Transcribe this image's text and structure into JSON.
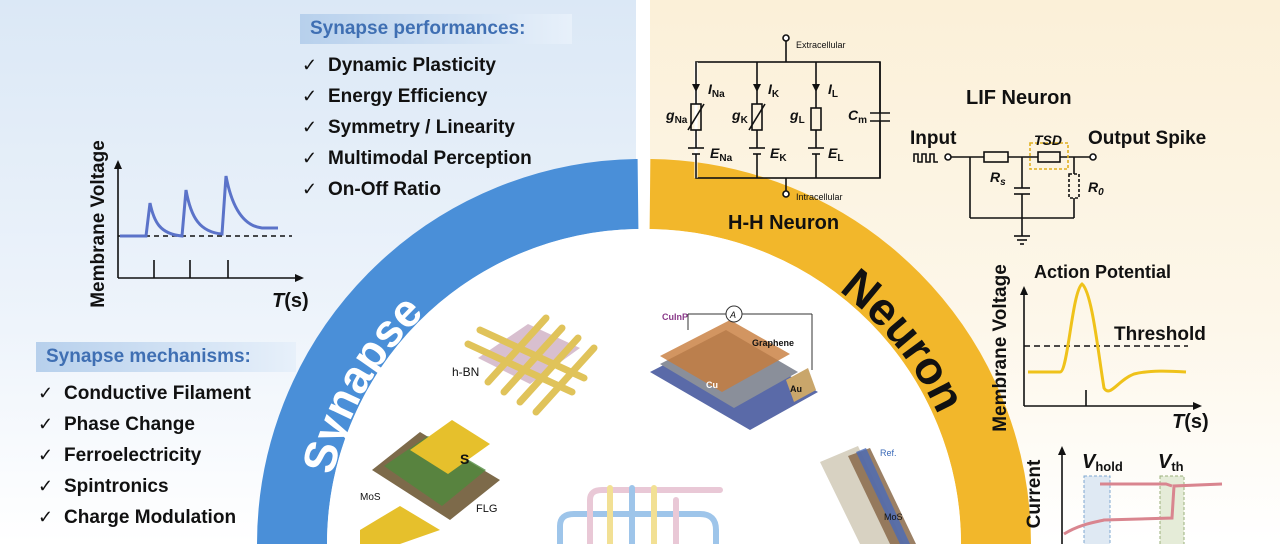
{
  "synapse": {
    "performances_title": "Synapse performances:",
    "performances": [
      "Dynamic Plasticity",
      "Energy Efficiency",
      "Symmetry / Linearity",
      "Multimodal Perception",
      "On-Off Ratio"
    ],
    "mechanisms_title": "Synapse mechanisms:",
    "mechanisms": [
      "Conductive Filament",
      "Phase Change",
      "Ferroelectricity",
      "Spintronics",
      "Charge Modulation"
    ],
    "arc_label": "Synapse",
    "plot": {
      "ylabel": "Membrane Voltage",
      "xlabel_italic": "T",
      "xlabel_unit": "(s)"
    },
    "device_labels": {
      "hbn": "h-BN",
      "mos2": "MoS",
      "flg": "FLG",
      "s": "S"
    }
  },
  "neuron": {
    "arc_label": "Neuron",
    "hh": {
      "title": "H-H Neuron",
      "extracellular": "Extracellular",
      "intracellular": "Intracellular",
      "I_Na": "I",
      "I_Na_sub": "Na",
      "I_K": "I",
      "I_K_sub": "K",
      "I_L": "I",
      "I_L_sub": "L",
      "g_Na": "g",
      "g_Na_sub": "Na",
      "g_K": "g",
      "g_K_sub": "K",
      "g_L": "g",
      "g_L_sub": "L",
      "E_Na": "E",
      "E_Na_sub": "Na",
      "E_K": "E",
      "E_K_sub": "K",
      "E_L": "E",
      "E_L_sub": "L",
      "C_m": "C",
      "C_m_sub": "m"
    },
    "lif": {
      "title": "LIF Neuron",
      "input": "Input",
      "output": "Output Spike",
      "tsd": "TSD",
      "rs": "R",
      "rs_sub": "s",
      "r0": "R",
      "r0_sub": "0"
    },
    "ap_plot": {
      "title": "Action Potential",
      "threshold": "Threshold",
      "ylabel": "Membrane Voltage",
      "xlabel_italic": "T",
      "xlabel_unit": "(s)"
    },
    "iv_plot": {
      "ylabel": "Current",
      "vhold": "V",
      "vhold_sub": "hold",
      "vth": "V",
      "vth_sub": "th"
    },
    "device_labels": {
      "cuinp2s6": "CuInP",
      "graphene": "Graphene",
      "a": "A",
      "cu": "Cu",
      "au": "Au",
      "mos2": "MoS",
      "ref": "Ref."
    }
  },
  "colors": {
    "synapse_blue": "#4a8fd8",
    "neuron_yellow": "#f2b72b",
    "tag_text": "#3f6fb3",
    "plot_blue": "#5b73c9",
    "ap_yellow": "#efc21a",
    "iv_pink": "#d9858f"
  }
}
